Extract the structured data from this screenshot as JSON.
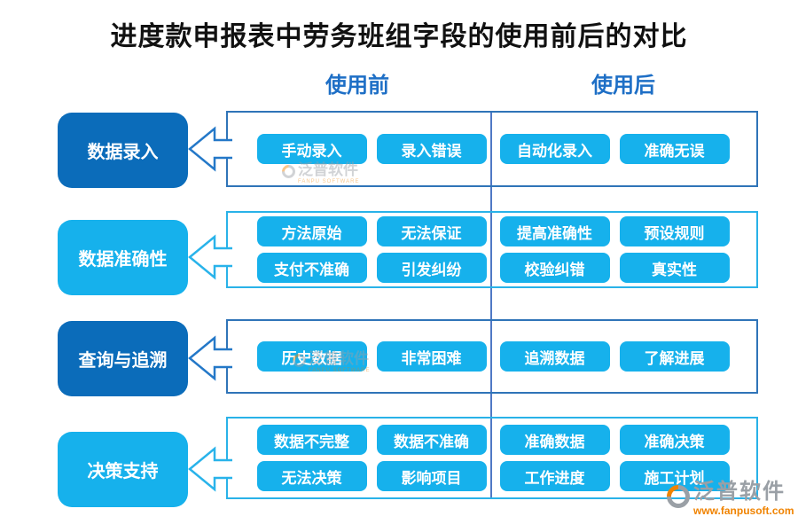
{
  "title": "进度款申报表中劳务班组字段的使用前后的对比",
  "columns": {
    "before": "使用前",
    "after": "使用后"
  },
  "rows": [
    {
      "category": "数据录入",
      "theme": "dark",
      "before": [
        "手动录入",
        "录入错误"
      ],
      "after": [
        "自动化录入",
        "准确无误"
      ]
    },
    {
      "category": "数据准确性",
      "theme": "light",
      "before": [
        "方法原始",
        "无法保证",
        "支付不准确",
        "引发纠纷"
      ],
      "after": [
        "提高准确性",
        "预设规则",
        "校验纠错",
        "真实性"
      ]
    },
    {
      "category": "查询与追溯",
      "theme": "dark",
      "before": [
        "历史数据",
        "非常困难"
      ],
      "after": [
        "追溯数据",
        "了解进展"
      ]
    },
    {
      "category": "决策支持",
      "theme": "light",
      "before": [
        "数据不完整",
        "数据不准确",
        "无法决策",
        "影响项目"
      ],
      "after": [
        "准确数据",
        "准确决策",
        "工作进度",
        "施工计划"
      ]
    }
  ],
  "brand": {
    "name": "泛普软件",
    "subtitle": "FANPU SOFTWARE",
    "url": "www.fanpusoft.com"
  },
  "colors": {
    "title": "#111111",
    "header-blue": "#1e6fc6",
    "dark-blue": "#0b6cba",
    "cyan": "#16b1ec",
    "border-dark": "#2f74b8",
    "border-cyan": "#29b2e8",
    "divider": "#5079c5",
    "arrow-dark": "#2478c8",
    "arrow-cyan": "#29b3ea",
    "wm-gray": "#9aa0a6",
    "wm-orange": "#f08300"
  }
}
